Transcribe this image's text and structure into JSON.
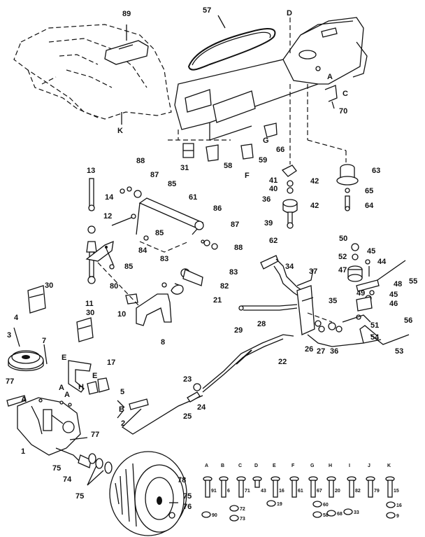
{
  "callouts": {
    "n89": "89",
    "n57": "57",
    "nD": "D",
    "nA_top": "A",
    "nC_top": "C",
    "n70": "70",
    "nK": "K",
    "nG": "G",
    "n66": "66",
    "n31": "31",
    "n58": "58",
    "n59": "59",
    "nF": "F",
    "n41": "41",
    "n42a": "42",
    "n40": "40",
    "n36a": "36",
    "n42b": "42",
    "n39": "39",
    "n63": "63",
    "n65": "65",
    "n64": "64",
    "n13": "13",
    "n88a": "88",
    "n87a": "87",
    "n85a": "85",
    "n14": "14",
    "n12": "12",
    "n61": "61",
    "n86": "86",
    "n87b": "87",
    "n88b": "88",
    "n85b": "85",
    "n84": "84",
    "n85c": "85",
    "n80": "80",
    "n11": "11",
    "n83a": "83",
    "n83b": "83",
    "n82": "82",
    "n21": "21",
    "n10": "10",
    "n8": "8",
    "n30a": "30",
    "n30b": "30",
    "n4": "4",
    "n3": "3",
    "n7": "7",
    "nE1": "E",
    "n17": "17",
    "nH": "H",
    "nE2": "E",
    "n5": "5",
    "nB_mid": "B",
    "n2": "2",
    "n77a": "77",
    "nA1": "A",
    "nA2": "A",
    "nA3": "A",
    "n77b": "77",
    "n1": "1",
    "n75a": "75",
    "n74": "74",
    "n75b": "75",
    "n23": "23",
    "n24": "24",
    "n25": "25",
    "n22": "22",
    "n62": "62",
    "n34": "34",
    "n37": "37",
    "n35": "35",
    "n29": "29",
    "n28": "28",
    "n26": "26",
    "n27": "27",
    "n36b": "36",
    "n50": "50",
    "n52": "52",
    "n47": "47",
    "n45a": "45",
    "n44": "44",
    "n55": "55",
    "n48": "48",
    "n45b": "45",
    "n46": "46",
    "n49": "49",
    "n51": "51",
    "n56": "56",
    "n54": "54",
    "n53": "53",
    "n78": "78",
    "n75c": "75",
    "n76": "76"
  },
  "hardware_legend": {
    "letters": [
      "A",
      "B",
      "C",
      "D",
      "E",
      "F",
      "G",
      "H",
      "I",
      "J",
      "K"
    ],
    "parts": [
      "91",
      "6",
      "71",
      "43",
      "16",
      "61",
      "67",
      "20",
      "82",
      "79",
      "15"
    ],
    "nuts": [
      "90",
      "72",
      "73",
      "19",
      "60",
      "58",
      "68",
      "33",
      "16",
      "9"
    ]
  }
}
